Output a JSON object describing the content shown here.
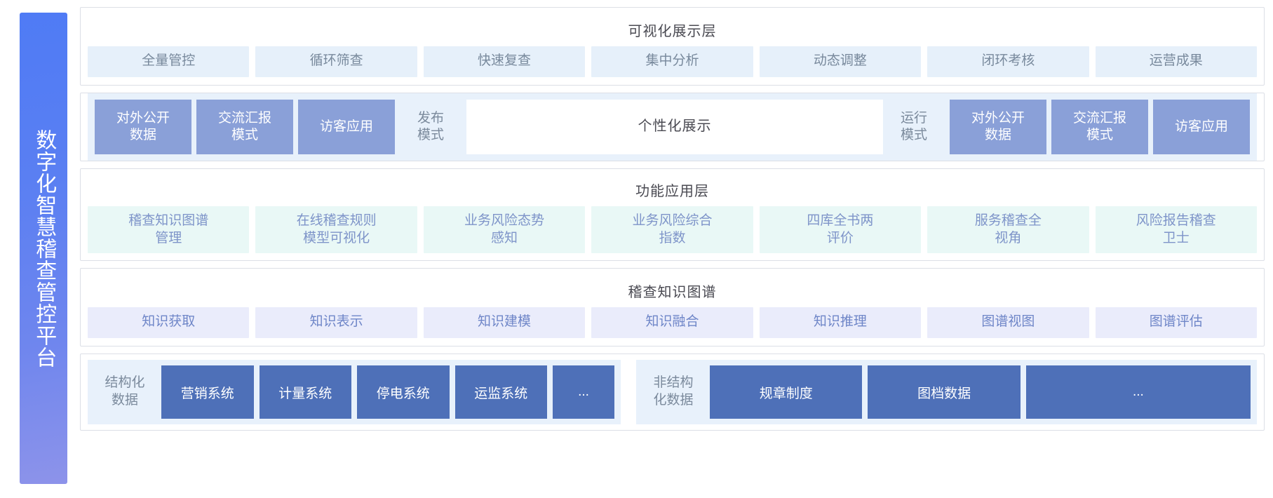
{
  "sidebar": {
    "title": "数字化智慧稽查管控平台"
  },
  "layers": [
    {
      "id": "visualization",
      "title": "可视化展示层",
      "chips": [
        "全量管控",
        "循环筛查",
        "快速复查",
        "集中分析",
        "动态调整",
        "闭环考核",
        "运营成果"
      ]
    },
    {
      "id": "personalized",
      "title": "个性化展示",
      "left_chips": [
        {
          "label": "对外公开\n数据",
          "style": "solid"
        },
        {
          "label": "交流汇报\n模式",
          "style": "solid"
        },
        {
          "label": "访客应用",
          "style": "solid"
        },
        {
          "label": "发布\n模式",
          "style": "ghost"
        }
      ],
      "right_chips": [
        {
          "label": "运行\n模式",
          "style": "ghost"
        },
        {
          "label": "对外公开\n数据",
          "style": "solid"
        },
        {
          "label": "交流汇报\n模式",
          "style": "solid"
        },
        {
          "label": "访客应用",
          "style": "solid"
        }
      ]
    },
    {
      "id": "functional",
      "title": "功能应用层",
      "chips": [
        "稽查知识图谱\n管理",
        "在线稽查规则\n模型可视化",
        "业务风险态势\n感知",
        "业务风险综合\n指数",
        "四库全书两\n评价",
        "服务稽查全\n视角",
        "风险报告稽查\n卫士"
      ]
    },
    {
      "id": "knowledge-graph",
      "title": "稽查知识图谱",
      "chips": [
        "知识获取",
        "知识表示",
        "知识建模",
        "知识融合",
        "知识推理",
        "图谱视图",
        "图谱评估"
      ]
    },
    {
      "id": "data-sources",
      "groups": [
        {
          "label": "结构化\n数据",
          "chips": [
            "营销系统",
            "计量系统",
            "停电系统",
            "运监系统",
            "..."
          ]
        },
        {
          "label": "非结构\n化数据",
          "chips": [
            "规章制度",
            "图档数据",
            "..."
          ]
        }
      ]
    }
  ],
  "colors": {
    "sidebar_start": "#4f7bf5",
    "sidebar_end": "#8d93ea",
    "vis_chip_bg": "#e6f0fa",
    "band_bg": "#e8f1fb",
    "solid_chip_bg": "#8aa0d8",
    "func_chip_bg": "#e9f8f6",
    "kg_chip_bg": "#eaecfb",
    "data_chip_bg": "#4e70b8",
    "border": "#dcdfe6",
    "title_text": "#4a4a52"
  }
}
